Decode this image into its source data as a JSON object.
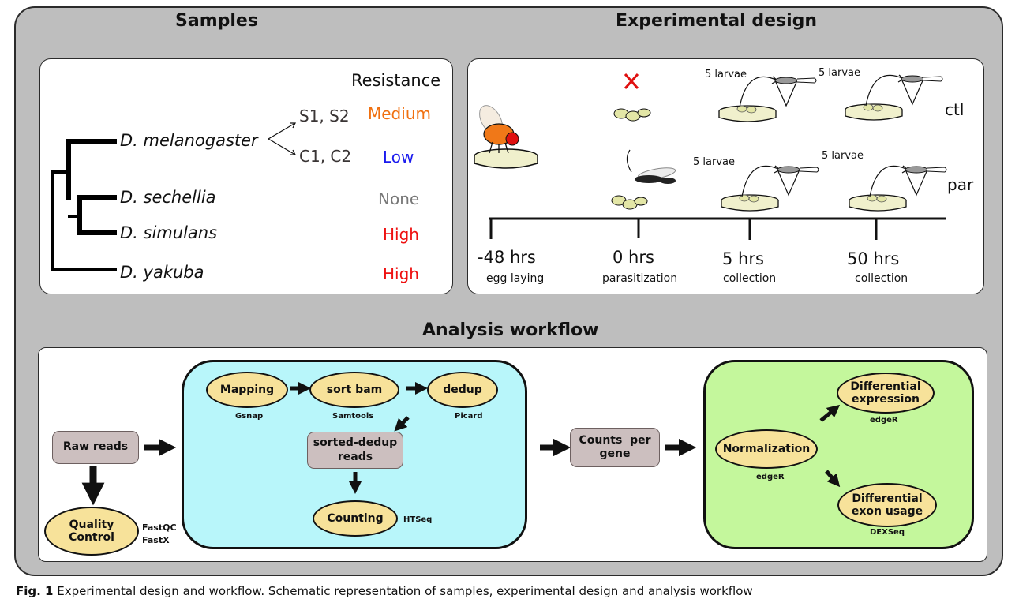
{
  "samples": {
    "heading": "Samples",
    "resistance_header": "Resistance",
    "species": [
      {
        "name": "D. melanogaster"
      },
      {
        "name": "D. sechellia",
        "resistance": "None",
        "color": "#777777"
      },
      {
        "name": "D. simulans",
        "resistance": "High",
        "color": "#ee1111"
      },
      {
        "name": "D. yakuba",
        "resistance": "High",
        "color": "#ee1111"
      }
    ],
    "strains": [
      {
        "name": "S1, S2",
        "resistance": "Medium",
        "color": "#f07010"
      },
      {
        "name": "C1, C2",
        "resistance": "Low",
        "color": "#1a1aee"
      }
    ]
  },
  "design": {
    "heading": "Experimental design",
    "ctl_label": "ctl",
    "par_label": "par",
    "larvae_label": "5 larvae",
    "timeline": [
      {
        "time": "-48 hrs",
        "event": "egg laying"
      },
      {
        "time": "0 hrs",
        "event": "parasitization"
      },
      {
        "time": "5 hrs",
        "event": "collection"
      },
      {
        "time": "50 hrs",
        "event": "collection"
      }
    ]
  },
  "workflow": {
    "heading": "Analysis workflow",
    "raw_reads": "Raw reads",
    "quality_control": [
      "Quality",
      "Control"
    ],
    "qc_tools": [
      "FastQC",
      "FastX"
    ],
    "mapping": "Mapping",
    "mapping_tool": "Gsnap",
    "sort_bam": "sort bam",
    "sort_tool": "Samtools",
    "dedup": "dedup",
    "dedup_tool": "Picard",
    "sorted_dedup": [
      "sorted-dedup",
      "reads"
    ],
    "counting": "Counting",
    "counting_tool": "HTSeq",
    "counts_per_gene": [
      "Counts  per",
      "gene"
    ],
    "normalization": "Normalization",
    "normalization_tool": "edgeR",
    "diff_expression": [
      "Differential",
      "expression"
    ],
    "diff_expression_tool": "edgeR",
    "diff_exon": [
      "Differential",
      "exon usage"
    ],
    "diff_exon_tool": "DEXSeq"
  },
  "caption": {
    "label": "Fig. 1",
    "text": " Experimental design and workflow. Schematic representation of samples, experimental design and analysis workflow"
  },
  "colors": {
    "background_panel": "#bebebe",
    "ellipse_fill": "#f7e29a",
    "box_fill": "#ccbfbf",
    "preprocess_panel": "#b8f6fa",
    "stats_panel": "#c4f79c",
    "fly_body": "#f07818",
    "fly_eye": "#e01010",
    "larva": "#e3e6a6"
  }
}
